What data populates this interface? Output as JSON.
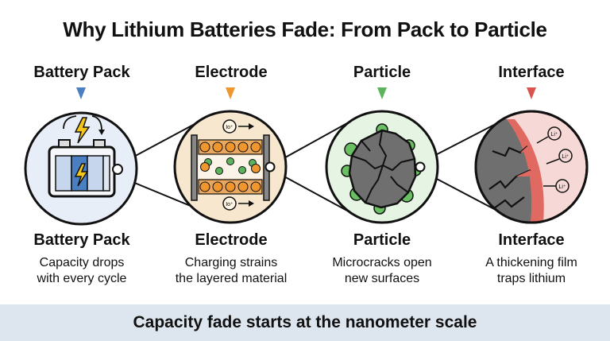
{
  "title": "Why Lithium Batteries Fade: From Pack to Particle",
  "stages": [
    {
      "heading": "Battery Pack",
      "name": "Battery Pack",
      "desc_line1": "Capacity drops",
      "desc_line2": "with every cycle",
      "color": "#4a7fc1"
    },
    {
      "heading": "Electrode",
      "name": "Electrode",
      "desc_line1": "Charging strains",
      "desc_line2": "the layered material",
      "color": "#f0962f"
    },
    {
      "heading": "Particle",
      "name": "Particle",
      "desc_line1": "Microcracks open",
      "desc_line2": "new surfaces",
      "color": "#5bb35b"
    },
    {
      "heading": "Interface",
      "name": "Interface",
      "desc_line1": "A thickening film",
      "desc_line2": "traps lithium",
      "color": "#d9534f"
    }
  ],
  "ion_label": "Io⁺",
  "li_label": "Li⁺",
  "banner": "Capacity fade starts at the nanometer scale"
}
